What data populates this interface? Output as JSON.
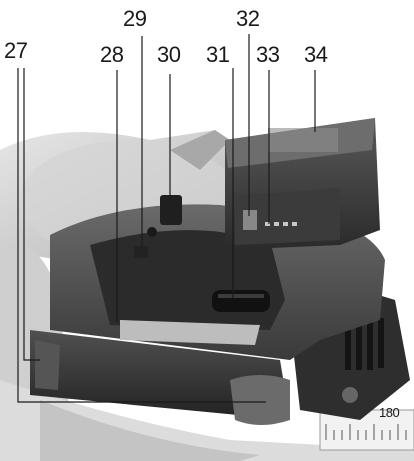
{
  "callouts": {
    "n27": "27",
    "n28": "28",
    "n29": "29",
    "n30": "30",
    "n31": "31",
    "n32": "32",
    "n33": "33",
    "n34": "34"
  },
  "scale": {
    "reading": "180"
  }
}
